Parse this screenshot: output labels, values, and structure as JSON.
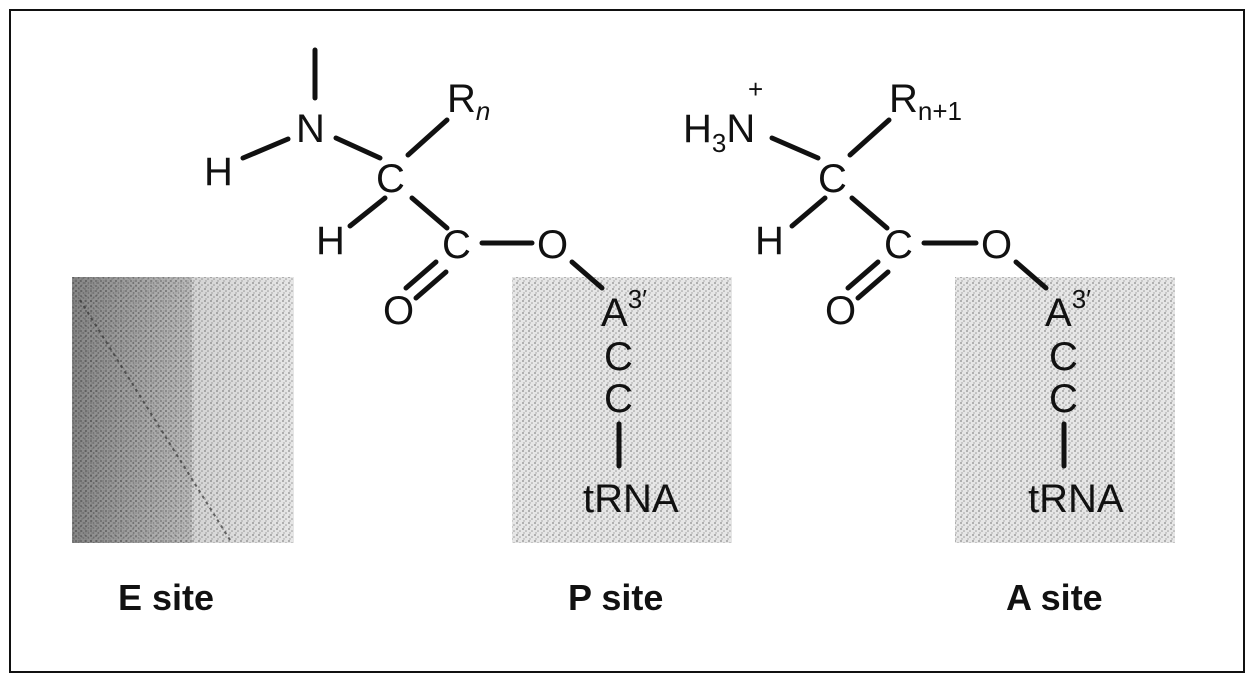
{
  "sites": {
    "e": {
      "label": "E site"
    },
    "p": {
      "label": "P site"
    },
    "a": {
      "label": "A site"
    }
  },
  "peptidyl": {
    "nitrogen": "N",
    "hydrogen_n": "H",
    "alpha_carbon": "C",
    "hydrogen_c": "H",
    "side_chain": "R",
    "side_chain_sub": "n",
    "carbonyl_carbon": "C",
    "carbonyl_oxygen": "O",
    "ester_oxygen": "O"
  },
  "aminoacyl": {
    "amine_h": "H",
    "amine_h_sub": "3",
    "amine_n": "N",
    "amine_charge": "+",
    "alpha_carbon": "C",
    "hydrogen_c": "H",
    "side_chain": "R",
    "side_chain_sub": "n+1",
    "carbonyl_carbon": "C",
    "carbonyl_oxygen": "O",
    "ester_oxygen": "O"
  },
  "trna_p": {
    "a": "A",
    "a_sup": "3′",
    "c1": "C",
    "c2": "C",
    "trna": "tRNA"
  },
  "trna_a": {
    "a": "A",
    "a_sup": "3′",
    "c1": "C",
    "c2": "C",
    "trna": "tRNA"
  },
  "colors": {
    "ink": "#111111",
    "stipple_light": "#c4c4c4",
    "stipple_dark": "#7a7a7a"
  }
}
